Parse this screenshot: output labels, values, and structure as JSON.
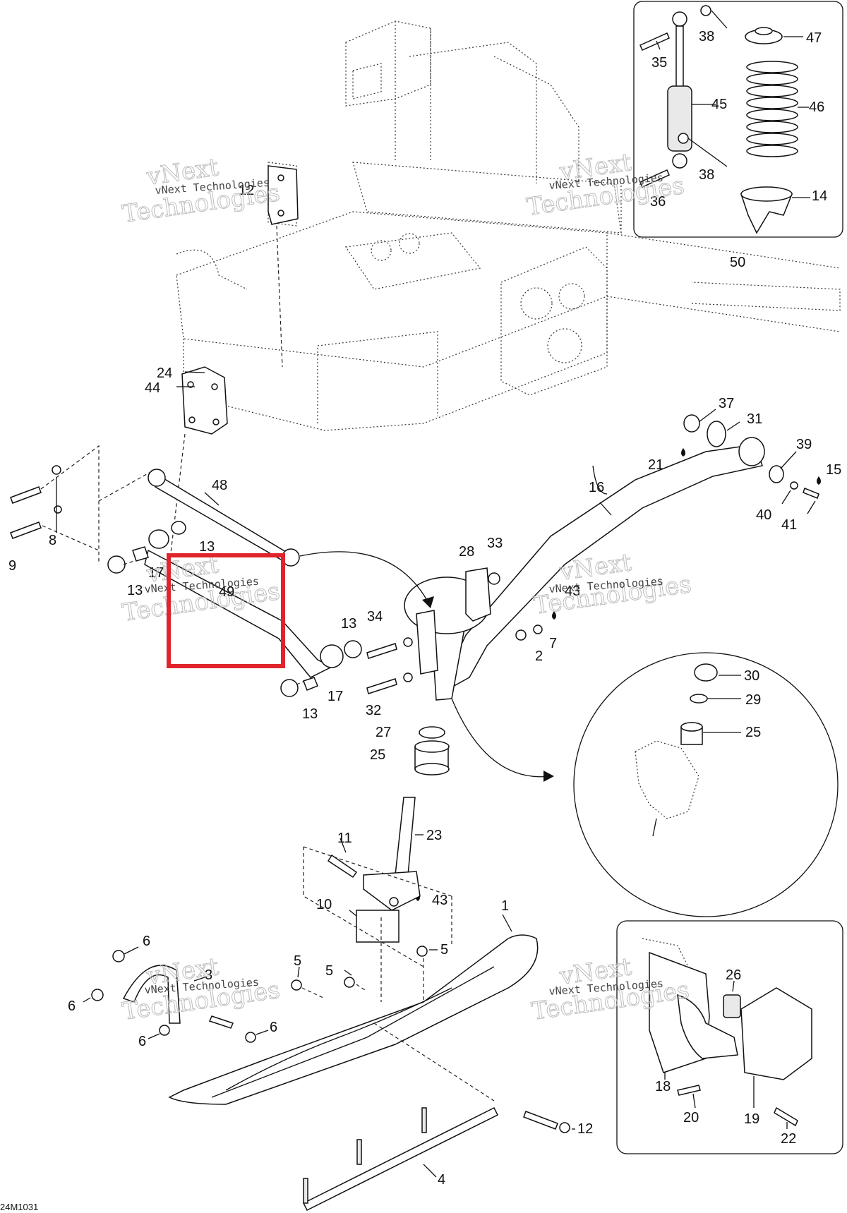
{
  "diagram_code": "24M1031",
  "watermark": {
    "brand_line1": "vNext",
    "brand_line2": "Technologies",
    "small_text": "vNext Technologies"
  },
  "highlight": {
    "color": "#e0242b",
    "label": "49"
  },
  "callouts": [
    {
      "id": "c12a",
      "label": "12"
    },
    {
      "id": "c38a",
      "label": "38"
    },
    {
      "id": "c35",
      "label": "35"
    },
    {
      "id": "c47",
      "label": "47"
    },
    {
      "id": "c45",
      "label": "45"
    },
    {
      "id": "c46",
      "label": "46"
    },
    {
      "id": "c38b",
      "label": "38"
    },
    {
      "id": "c36",
      "label": "36"
    },
    {
      "id": "c14",
      "label": "14"
    },
    {
      "id": "c50",
      "label": "50"
    },
    {
      "id": "c24",
      "label": "24"
    },
    {
      "id": "c44",
      "label": "44"
    },
    {
      "id": "c37",
      "label": "37"
    },
    {
      "id": "c31",
      "label": "31"
    },
    {
      "id": "c39",
      "label": "39"
    },
    {
      "id": "c21",
      "label": "21"
    },
    {
      "id": "c15",
      "label": "15"
    },
    {
      "id": "c16",
      "label": "16"
    },
    {
      "id": "c48",
      "label": "48"
    },
    {
      "id": "c40",
      "label": "40"
    },
    {
      "id": "c41",
      "label": "41"
    },
    {
      "id": "c8",
      "label": "8"
    },
    {
      "id": "c9",
      "label": "9"
    },
    {
      "id": "c13a",
      "label": "13"
    },
    {
      "id": "c17a",
      "label": "17"
    },
    {
      "id": "c13b",
      "label": "13"
    },
    {
      "id": "c28",
      "label": "28"
    },
    {
      "id": "c33",
      "label": "33"
    },
    {
      "id": "c43a",
      "label": "43"
    },
    {
      "id": "c13c",
      "label": "13"
    },
    {
      "id": "c34",
      "label": "34"
    },
    {
      "id": "c7",
      "label": "7"
    },
    {
      "id": "c2",
      "label": "2"
    },
    {
      "id": "c17b",
      "label": "17"
    },
    {
      "id": "c13d",
      "label": "13"
    },
    {
      "id": "c32",
      "label": "32"
    },
    {
      "id": "c30",
      "label": "30"
    },
    {
      "id": "c29",
      "label": "29"
    },
    {
      "id": "c25a",
      "label": "25"
    },
    {
      "id": "c27",
      "label": "27"
    },
    {
      "id": "c25b",
      "label": "25"
    },
    {
      "id": "c11",
      "label": "11"
    },
    {
      "id": "c23",
      "label": "23"
    },
    {
      "id": "c10",
      "label": "10"
    },
    {
      "id": "c43b",
      "label": "43"
    },
    {
      "id": "c1",
      "label": "1"
    },
    {
      "id": "c6a",
      "label": "6"
    },
    {
      "id": "c3",
      "label": "3"
    },
    {
      "id": "c5a",
      "label": "5"
    },
    {
      "id": "c5b",
      "label": "5"
    },
    {
      "id": "c5c",
      "label": "5"
    },
    {
      "id": "c6b",
      "label": "6"
    },
    {
      "id": "c6c",
      "label": "6"
    },
    {
      "id": "c6d",
      "label": "6"
    },
    {
      "id": "c26",
      "label": "26"
    },
    {
      "id": "c18",
      "label": "18"
    },
    {
      "id": "c20",
      "label": "20"
    },
    {
      "id": "c19",
      "label": "19"
    },
    {
      "id": "c22",
      "label": "22"
    },
    {
      "id": "c12b",
      "label": "12"
    },
    {
      "id": "c4",
      "label": "4"
    }
  ]
}
